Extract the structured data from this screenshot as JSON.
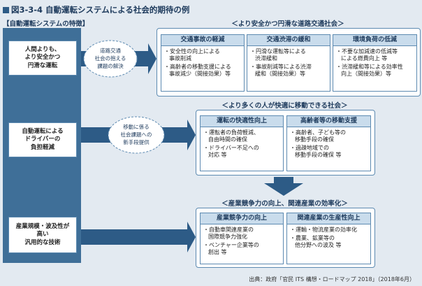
{
  "title": "図3-3-4 自動運転システムによる社会的期待の例",
  "left_header": "【自動運転システムの特徴】",
  "features": [
    {
      "label": "人間よりも、\nより安全かつ\n円滑な運転"
    },
    {
      "label": "自動運転による\nドライバーの\n負担軽減"
    },
    {
      "label": "産業規模・波及性が\n高い\n汎用的な技術"
    }
  ],
  "clouds": [
    {
      "lines": [
        "道路交通",
        "社会の抱える",
        "課題の解決"
      ]
    },
    {
      "lines": [
        "移動に係る",
        "社会課題への",
        "新手段提供"
      ]
    }
  ],
  "sections": [
    {
      "header": "＜より安全かつ円滑な道路交通社会＞",
      "cards": [
        {
          "title": "交通事故の軽減",
          "items": [
            "安全性の向上による\n事故削減",
            "高齢者の移動支援による\n事故減少（間接効果）等"
          ]
        },
        {
          "title": "交通渋滞の緩和",
          "items": [
            "円滑な運転等による\n渋滞緩和",
            "事故削減等による渋滞\n緩和（間接効果）等"
          ]
        },
        {
          "title": "環境負荷の低減",
          "items": [
            "不要な加減速の低減等\nによる燃費向上 等",
            "渋滞緩和等による効率性\n向上（間接効果）等"
          ]
        }
      ]
    },
    {
      "header": "＜より多くの人が快適に移動できる社会＞",
      "cards": [
        {
          "title": "運転の快適性向上",
          "items": [
            "運転者の負荷軽減、\n自由時間の確保",
            "ドライバー不足への\n対応 等"
          ]
        },
        {
          "title": "高齢者等の移動支援",
          "items": [
            "高齢者、子ども等の\n移動手段の確保",
            "過疎地域での\n移動手段の確保 等"
          ]
        }
      ]
    },
    {
      "header": "＜産業競争力の向上、関連産業の効率化＞",
      "cards": [
        {
          "title": "産業競争力の向上",
          "items": [
            "自動車関連産業の\n国際競争力強化",
            "ベンチャー企業等の\n創出 等"
          ]
        },
        {
          "title": "関連産業の生産性向上",
          "items": [
            "運輸・物流産業の効率化",
            "農業、鉱業等の\n他分野への波及 等"
          ]
        }
      ]
    }
  ],
  "source": "出典：政府「官民 ITS 構想・ロードマップ 2018」（2018年6月）",
  "colors": {
    "panel": "#3f6f98",
    "card_header": "#c9dcec",
    "border": "#5d8ab1",
    "arrow": "#2d5b86"
  }
}
